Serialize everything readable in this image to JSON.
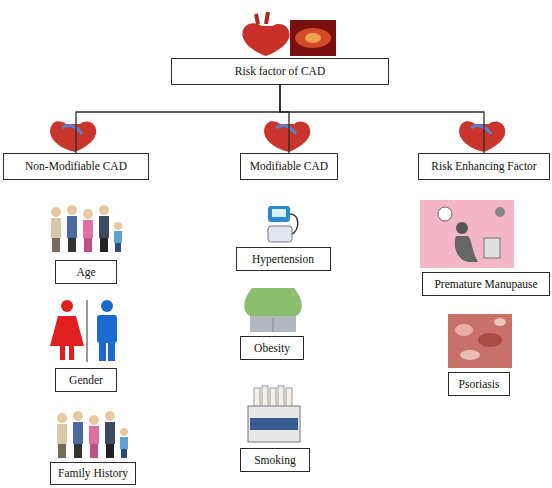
{
  "diagram": {
    "nodes": [
      {
        "text": [
          "Risk factor of CAD"
        ]
      },
      {
        "text": [
          "Non-Modifiable CAD"
        ]
      },
      {
        "text": [
          "Modifiable CAD"
        ]
      },
      {
        "text": [
          "Risk Enhancing Factor"
        ]
      },
      {
        "text": [
          "Age"
        ]
      },
      {
        "text": [
          "Gender"
        ]
      },
      {
        "text": [
          "Family History"
        ]
      },
      {
        "text": [
          "Hypertension"
        ]
      },
      {
        "text": [
          "Obesity"
        ]
      },
      {
        "text": [
          "Smoking"
        ]
      },
      {
        "text": [
          "Premature Manupause"
        ]
      },
      {
        "text": [
          "Psoriasis"
        ]
      }
    ],
    "edges": [
      {
        "from": 0,
        "to": 1,
        "arrow": "none"
      },
      {
        "from": 0,
        "to": 2,
        "arrow": "none"
      },
      {
        "from": 0,
        "to": 3,
        "arrow": "none"
      }
    ]
  }
}
